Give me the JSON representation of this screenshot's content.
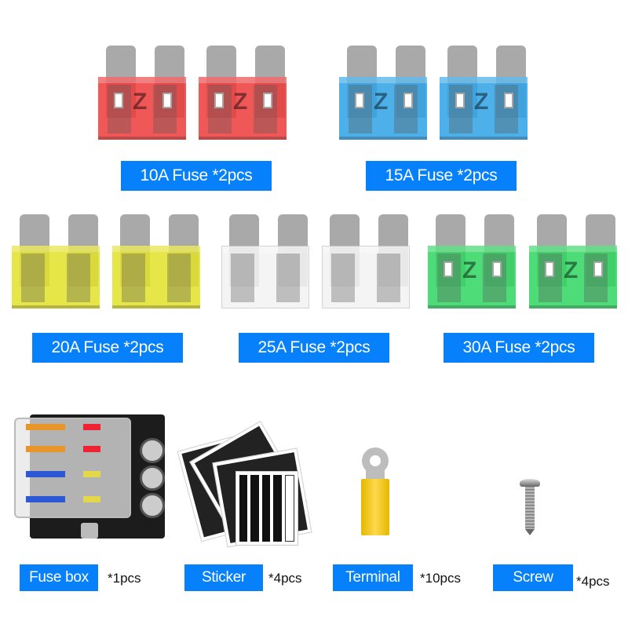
{
  "fuses": [
    {
      "label": "10A Fuse *2pcs",
      "color": "#ee3a3a",
      "amp": "10A"
    },
    {
      "label": "15A Fuse *2pcs",
      "color": "#2fa3e6",
      "amp": "15A"
    },
    {
      "label": "20A Fuse *2pcs",
      "color": "#e3e22a",
      "amp": "20A"
    },
    {
      "label": "25A Fuse *2pcs",
      "color": "#f3f3f3",
      "amp": "25A"
    },
    {
      "label": "30A Fuse *2pcs",
      "color": "#2fd660",
      "amp": "30A"
    }
  ],
  "accessories": [
    {
      "label": "Fuse box",
      "qty": "*1pcs"
    },
    {
      "label": "Sticker",
      "qty": "*4pcs"
    },
    {
      "label": "Terminal",
      "qty": "*10pcs"
    },
    {
      "label": "Screw",
      "qty": "*4pcs"
    }
  ],
  "colors": {
    "label_bg": "#0781fb",
    "label_text": "#ffffff"
  }
}
